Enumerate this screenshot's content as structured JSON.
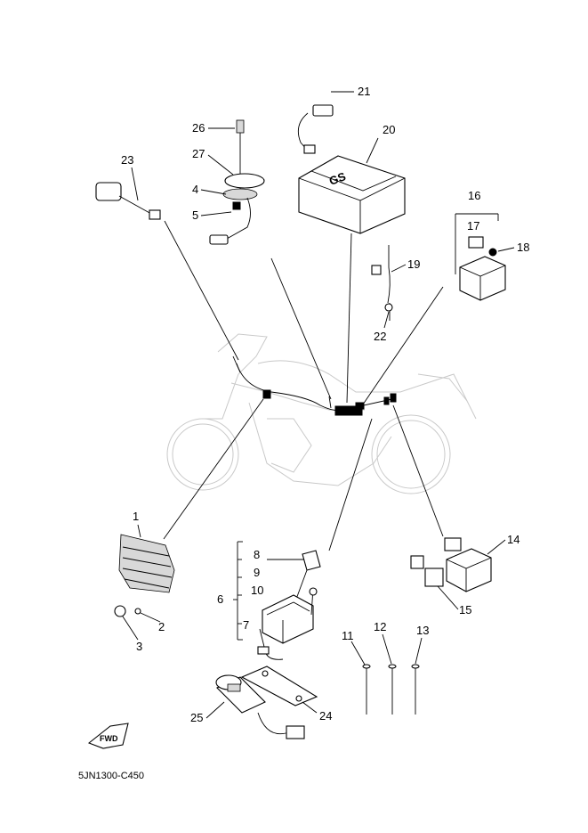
{
  "diagram": {
    "code": "5JN1300-C450",
    "fwd_label": "FWD",
    "callouts": [
      {
        "id": "1",
        "label": "1"
      },
      {
        "id": "2",
        "label": "2"
      },
      {
        "id": "3",
        "label": "3"
      },
      {
        "id": "4",
        "label": "4"
      },
      {
        "id": "5",
        "label": "5"
      },
      {
        "id": "6",
        "label": "6"
      },
      {
        "id": "7",
        "label": "7"
      },
      {
        "id": "8",
        "label": "8"
      },
      {
        "id": "9",
        "label": "9"
      },
      {
        "id": "10",
        "label": "10"
      },
      {
        "id": "11",
        "label": "11"
      },
      {
        "id": "12",
        "label": "12"
      },
      {
        "id": "13",
        "label": "13"
      },
      {
        "id": "14",
        "label": "14"
      },
      {
        "id": "15",
        "label": "15"
      },
      {
        "id": "16",
        "label": "16"
      },
      {
        "id": "17",
        "label": "17"
      },
      {
        "id": "18",
        "label": "18"
      },
      {
        "id": "19",
        "label": "19"
      },
      {
        "id": "20",
        "label": "20"
      },
      {
        "id": "21",
        "label": "21"
      },
      {
        "id": "22",
        "label": "22"
      },
      {
        "id": "23",
        "label": "23"
      },
      {
        "id": "24",
        "label": "24"
      },
      {
        "id": "25",
        "label": "25"
      },
      {
        "id": "26",
        "label": "26"
      },
      {
        "id": "27",
        "label": "27"
      }
    ]
  }
}
